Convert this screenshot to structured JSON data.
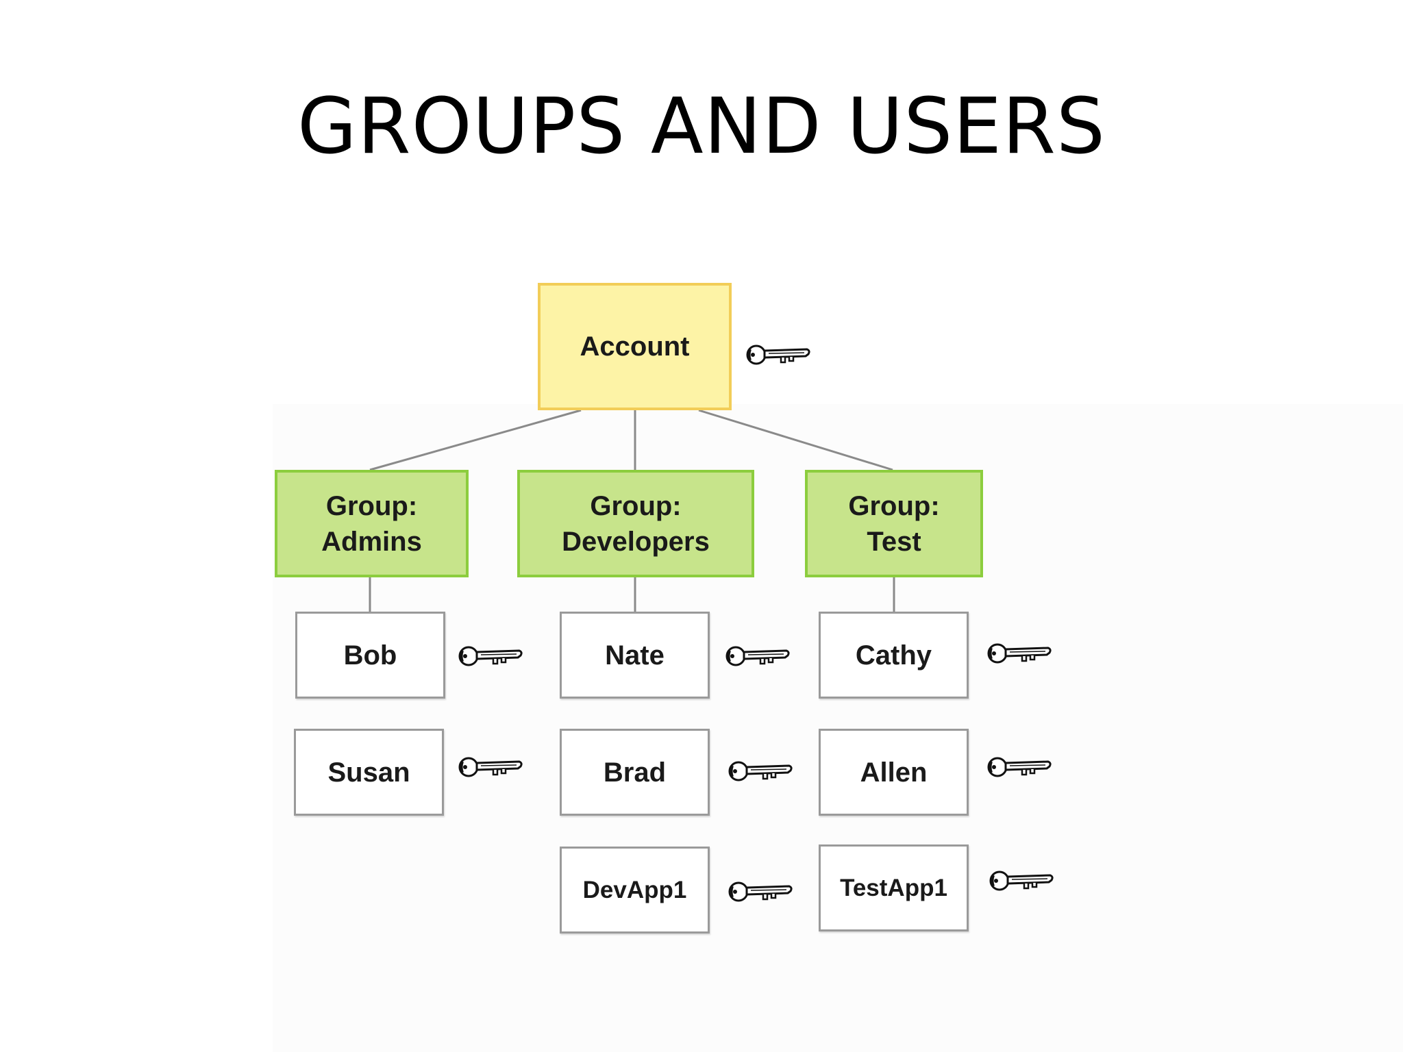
{
  "title": "GROUPS AND USERS",
  "account": {
    "label": "Account",
    "icon": "key-icon",
    "fill": "#fdf3a6",
    "border": "#f2cd58"
  },
  "groups": [
    {
      "label": "Group:\nAdmins",
      "members": [
        {
          "label": "Bob",
          "icon": "key-icon"
        },
        {
          "label": "Susan",
          "icon": "key-icon"
        }
      ]
    },
    {
      "label": "Group:\nDevelopers",
      "members": [
        {
          "label": "Nate",
          "icon": "key-icon"
        },
        {
          "label": "Brad",
          "icon": "key-icon"
        },
        {
          "label": "DevApp1",
          "icon": "key-icon"
        }
      ]
    },
    {
      "label": "Group:\nTest",
      "members": [
        {
          "label": "Cathy",
          "icon": "key-icon"
        },
        {
          "label": "Allen",
          "icon": "key-icon"
        },
        {
          "label": "TestApp1",
          "icon": "key-icon"
        }
      ]
    }
  ],
  "colors": {
    "group_fill": "#c7e48b",
    "group_border": "#8ccd3e",
    "user_border": "#9a9a9a",
    "connector": "#8a8a8a"
  }
}
